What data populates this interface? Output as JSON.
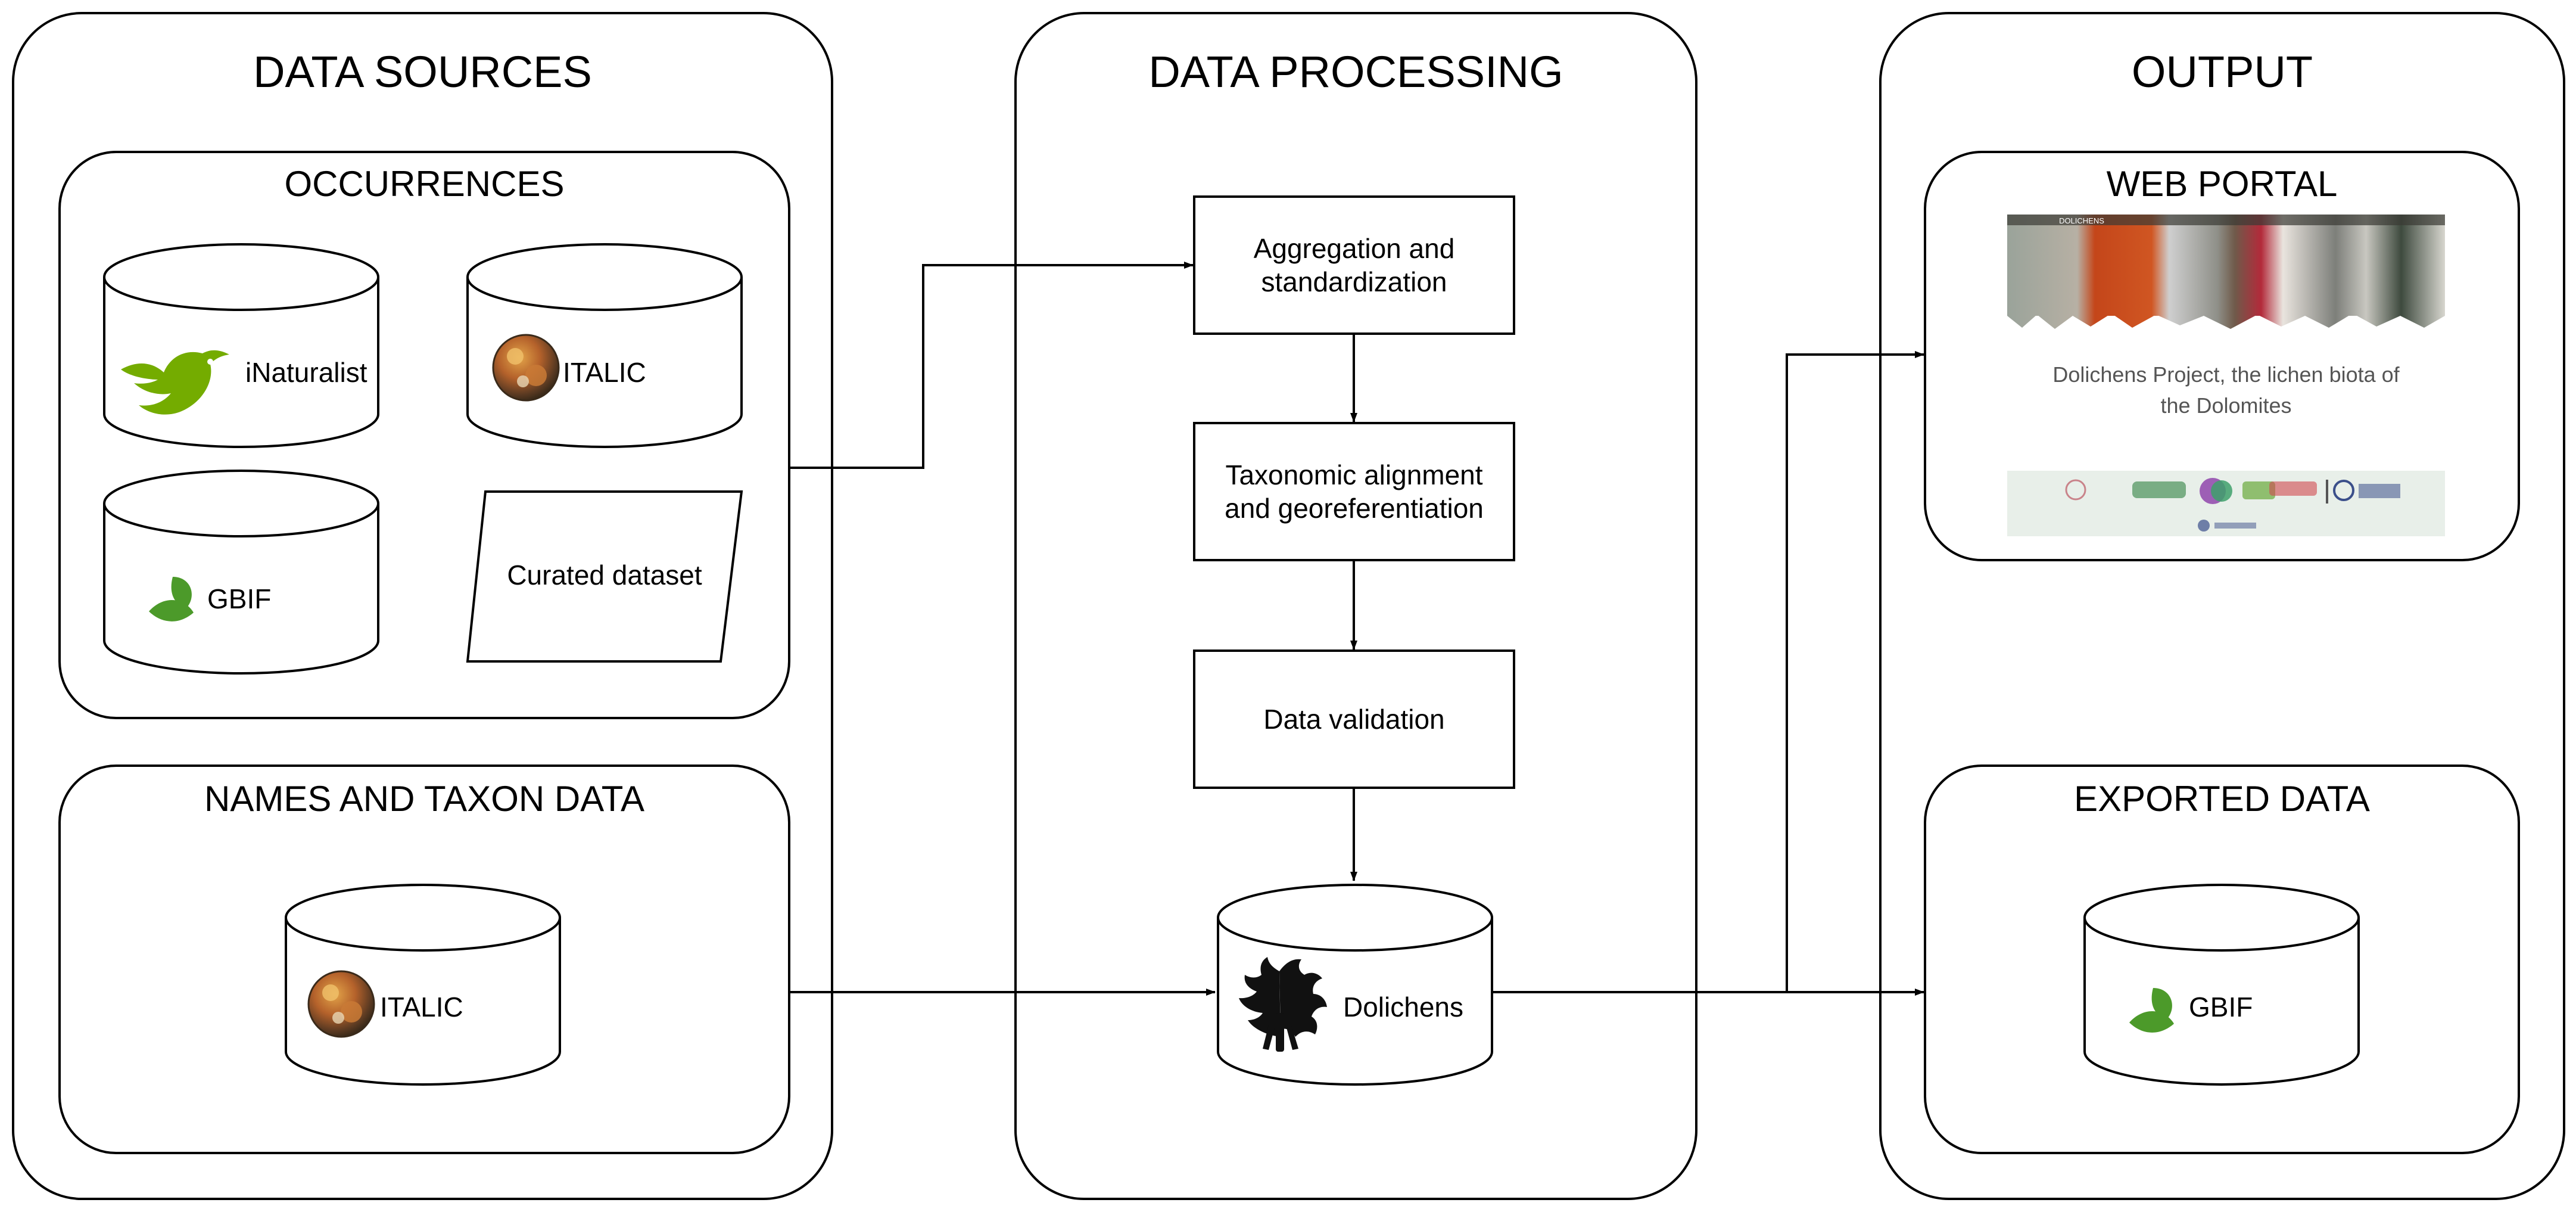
{
  "columns": {
    "sources": {
      "title": "DATA SOURCES"
    },
    "processing": {
      "title": "DATA PROCESSING"
    },
    "output": {
      "title": "OUTPUT"
    }
  },
  "occurrences": {
    "title": "OCCURRENCES",
    "inaturalist": {
      "label": "iNaturalist",
      "icon": "inaturalist-bird-icon",
      "color": "#74ac00"
    },
    "italic": {
      "label": "ITALIC",
      "icon": "italic-lichen-icon"
    },
    "gbif": {
      "label": "GBIF",
      "icon": "gbif-leaf-icon",
      "color": "#4c9a2a"
    },
    "curated": {
      "label": "Curated dataset"
    }
  },
  "names": {
    "title": "NAMES AND TAXON DATA",
    "italic": {
      "label": "ITALIC",
      "icon": "italic-lichen-icon"
    }
  },
  "processing": {
    "step1": "Aggregation and standardization",
    "step2": "Taxonomic alignment and georeferentiation",
    "step3": "Data validation",
    "db": {
      "label": "Dolichens",
      "icon": "lichen-silhouette-icon"
    }
  },
  "output": {
    "web_portal": {
      "title": "WEB PORTAL",
      "brand": "DOLICHENS",
      "caption": "Dolichens Project, the lichen biota of the Dolomites"
    },
    "exported": {
      "title": "EXPORTED DATA",
      "gbif": {
        "label": "GBIF",
        "icon": "gbif-leaf-icon"
      }
    }
  }
}
